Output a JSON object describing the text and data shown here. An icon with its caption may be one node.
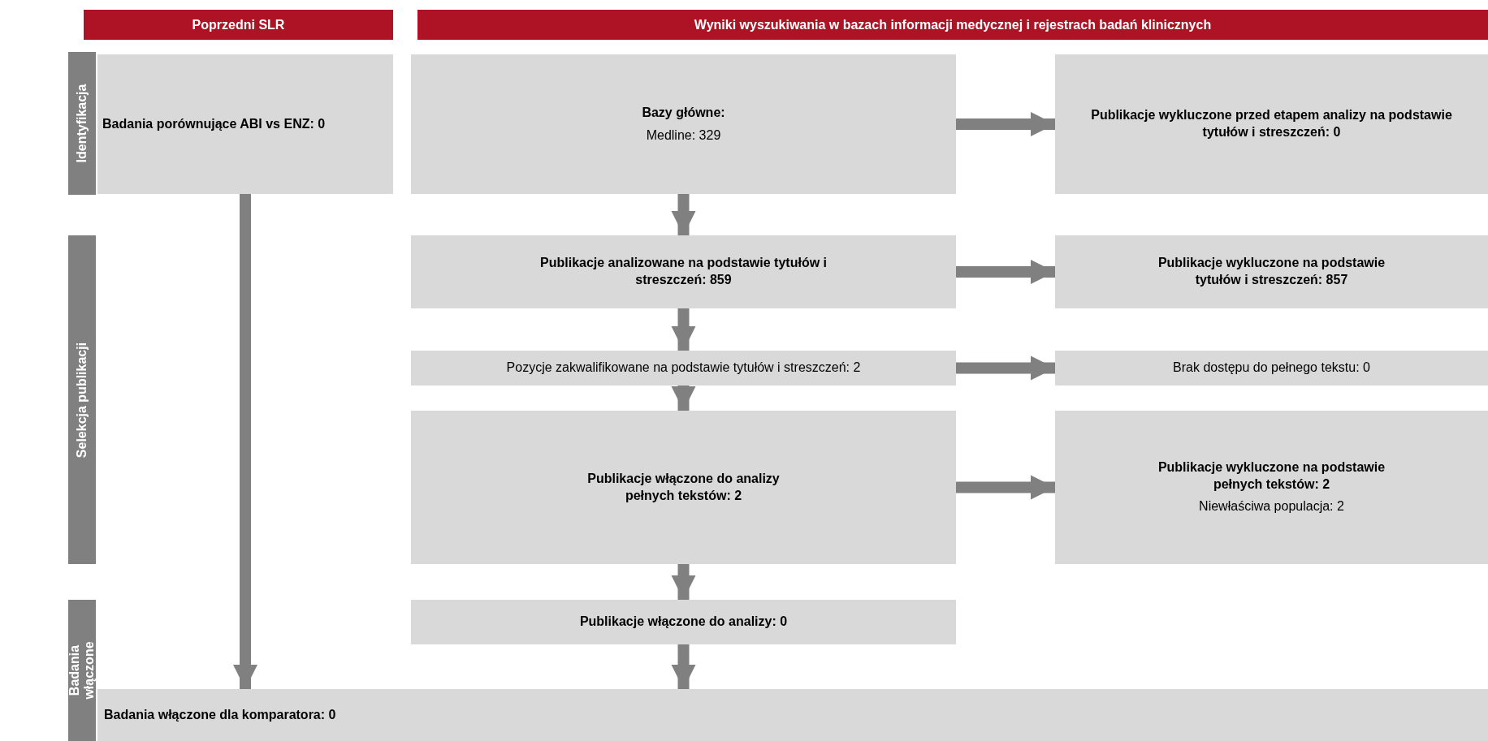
{
  "diagram": {
    "nodes": [
      {
        "text": [
          "Poprzedni SLR"
        ]
      },
      {
        "text": [
          "Wyniki wyszukiwania w bazach informacji medycznej i rejestrach badań klinicznych"
        ]
      },
      {
        "text": [
          "Identyfikacja"
        ]
      },
      {
        "text": [
          "Badania porównujące ABI vs ENZ: 0"
        ]
      },
      {
        "text": [
          "Bazy główne:",
          "Medline: 329"
        ]
      },
      {
        "text": [
          "Publikacje wykluczone przed etapem analizy na podstawie tytułów i streszczeń: 0"
        ]
      },
      {
        "text": [
          "Selekcja publikacji"
        ]
      },
      {
        "text": [
          "Publikacje analizowane na podstawie tytułów i streszczeń: 859"
        ]
      },
      {
        "text": [
          "Publikacje wykluczone na podstawie tytułów i streszczeń: 857"
        ]
      },
      {
        "text": [
          "Pozycje zakwalifikowane na podstawie tytułów i streszczeń: 2"
        ]
      },
      {
        "text": [
          "Brak dostępu do pełnego tekstu: 0"
        ]
      },
      {
        "text": [
          "Publikacje włączone do analizy pełnych tekstów: 2"
        ]
      },
      {
        "text": [
          "Publikacje wykluczone na podstawie pełnych tekstów: 2",
          "Niewłaściwa populacja: 2"
        ]
      },
      {
        "text": [
          "Badania włączone"
        ]
      },
      {
        "text": [
          "Publikacje włączone do analizy: 0"
        ]
      },
      {
        "text": [
          "Badania włączone dla komparatora: 0"
        ]
      }
    ],
    "edges": [
      {
        "from": 4,
        "to": 5,
        "arrow": "to"
      },
      {
        "from": 4,
        "to": 7,
        "arrow": "to"
      },
      {
        "from": 3,
        "to": 15,
        "arrow": "to"
      },
      {
        "from": 7,
        "to": 8,
        "arrow": "to"
      },
      {
        "from": 7,
        "to": 9,
        "arrow": "to"
      },
      {
        "from": 9,
        "to": 10,
        "arrow": "to"
      },
      {
        "from": 9,
        "to": 11,
        "arrow": "to"
      },
      {
        "from": 11,
        "to": 12,
        "arrow": "to"
      },
      {
        "from": 11,
        "to": 14,
        "arrow": "to"
      },
      {
        "from": 14,
        "to": 15,
        "arrow": "to"
      }
    ]
  }
}
